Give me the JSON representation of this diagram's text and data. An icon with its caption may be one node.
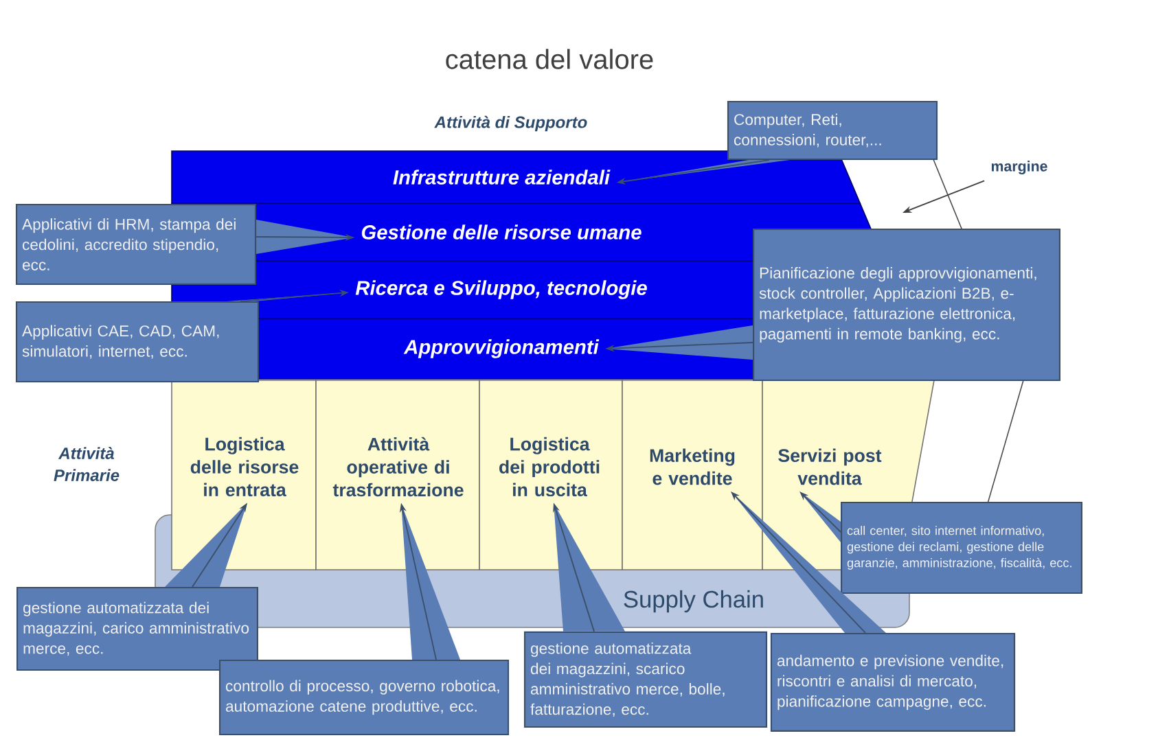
{
  "diagram": {
    "title": "catena del valore",
    "nodes": [
      {
        "text": [
          "Infrastrutture aziendali"
        ]
      },
      {
        "text": [
          "Gestione delle risorse umane"
        ]
      },
      {
        "text": [
          "Ricerca e Sviluppo, tecnologie"
        ]
      },
      {
        "text": [
          "Approvvigionamenti"
        ]
      },
      {
        "text": [
          "Logistica delle risorse in entrata"
        ]
      },
      {
        "text": [
          "Attività operative di trasformazione"
        ]
      },
      {
        "text": [
          "Logistica dei prodotti in uscita"
        ]
      },
      {
        "text": [
          "Marketing e vendite"
        ]
      },
      {
        "text": [
          "Servizi post vendita"
        ]
      },
      {
        "text": [
          "Supply Chain"
        ]
      },
      {
        "text": [
          "Computer, Reti, connessioni, router,..."
        ]
      },
      {
        "text": [
          "Applicativi di HRM, stampa dei cedolini, accredito stipendio, ecc."
        ]
      },
      {
        "text": [
          "Applicativi CAE, CAD, CAM, simulatori, internet, ecc."
        ]
      },
      {
        "text": [
          "Pianificazione degli approvvigionamenti, stock controller, Applicazioni B2B, e-marketplace, fatturazione elettronica, pagamenti in remote banking, ecc."
        ]
      },
      {
        "text": [
          "call center, sito internet informativo, gestione dei reclami, gestione delle garanzie, amministrazione, fiscalità, ecc."
        ]
      },
      {
        "text": [
          "gestione automatizzata dei magazzini, carico amministrativo merce, ecc."
        ]
      },
      {
        "text": [
          "controllo di processo, governo robotica, automazione catene produttive, ecc."
        ]
      },
      {
        "text": [
          "gestione automatizzata dei magazzini, scarico amministrativo merce, bolle, fatturazione, ecc."
        ]
      },
      {
        "text": [
          "andamento e previsione vendite, riscontri e analisi di mercato, pianificazione campagne, ecc."
        ]
      },
      {
        "text": [
          "margine"
        ]
      }
    ],
    "edges": [
      {
        "from": 10,
        "to": 0,
        "arrow": "to"
      },
      {
        "from": 11,
        "to": 1,
        "arrow": "to"
      },
      {
        "from": 12,
        "to": 2,
        "arrow": "to"
      },
      {
        "from": 13,
        "to": 3,
        "arrow": "to"
      },
      {
        "from": 14,
        "to": 8,
        "arrow": "to"
      },
      {
        "from": 15,
        "to": 4,
        "arrow": "to"
      },
      {
        "from": 16,
        "to": 5,
        "arrow": "to"
      },
      {
        "from": 17,
        "to": 6,
        "arrow": "to"
      },
      {
        "from": 18,
        "to": 7,
        "arrow": "to"
      },
      {
        "from": 19,
        "to": null,
        "arrow": "to"
      }
    ],
    "labels": [
      "Attività di Supporto",
      "Attività Primarie"
    ]
  }
}
